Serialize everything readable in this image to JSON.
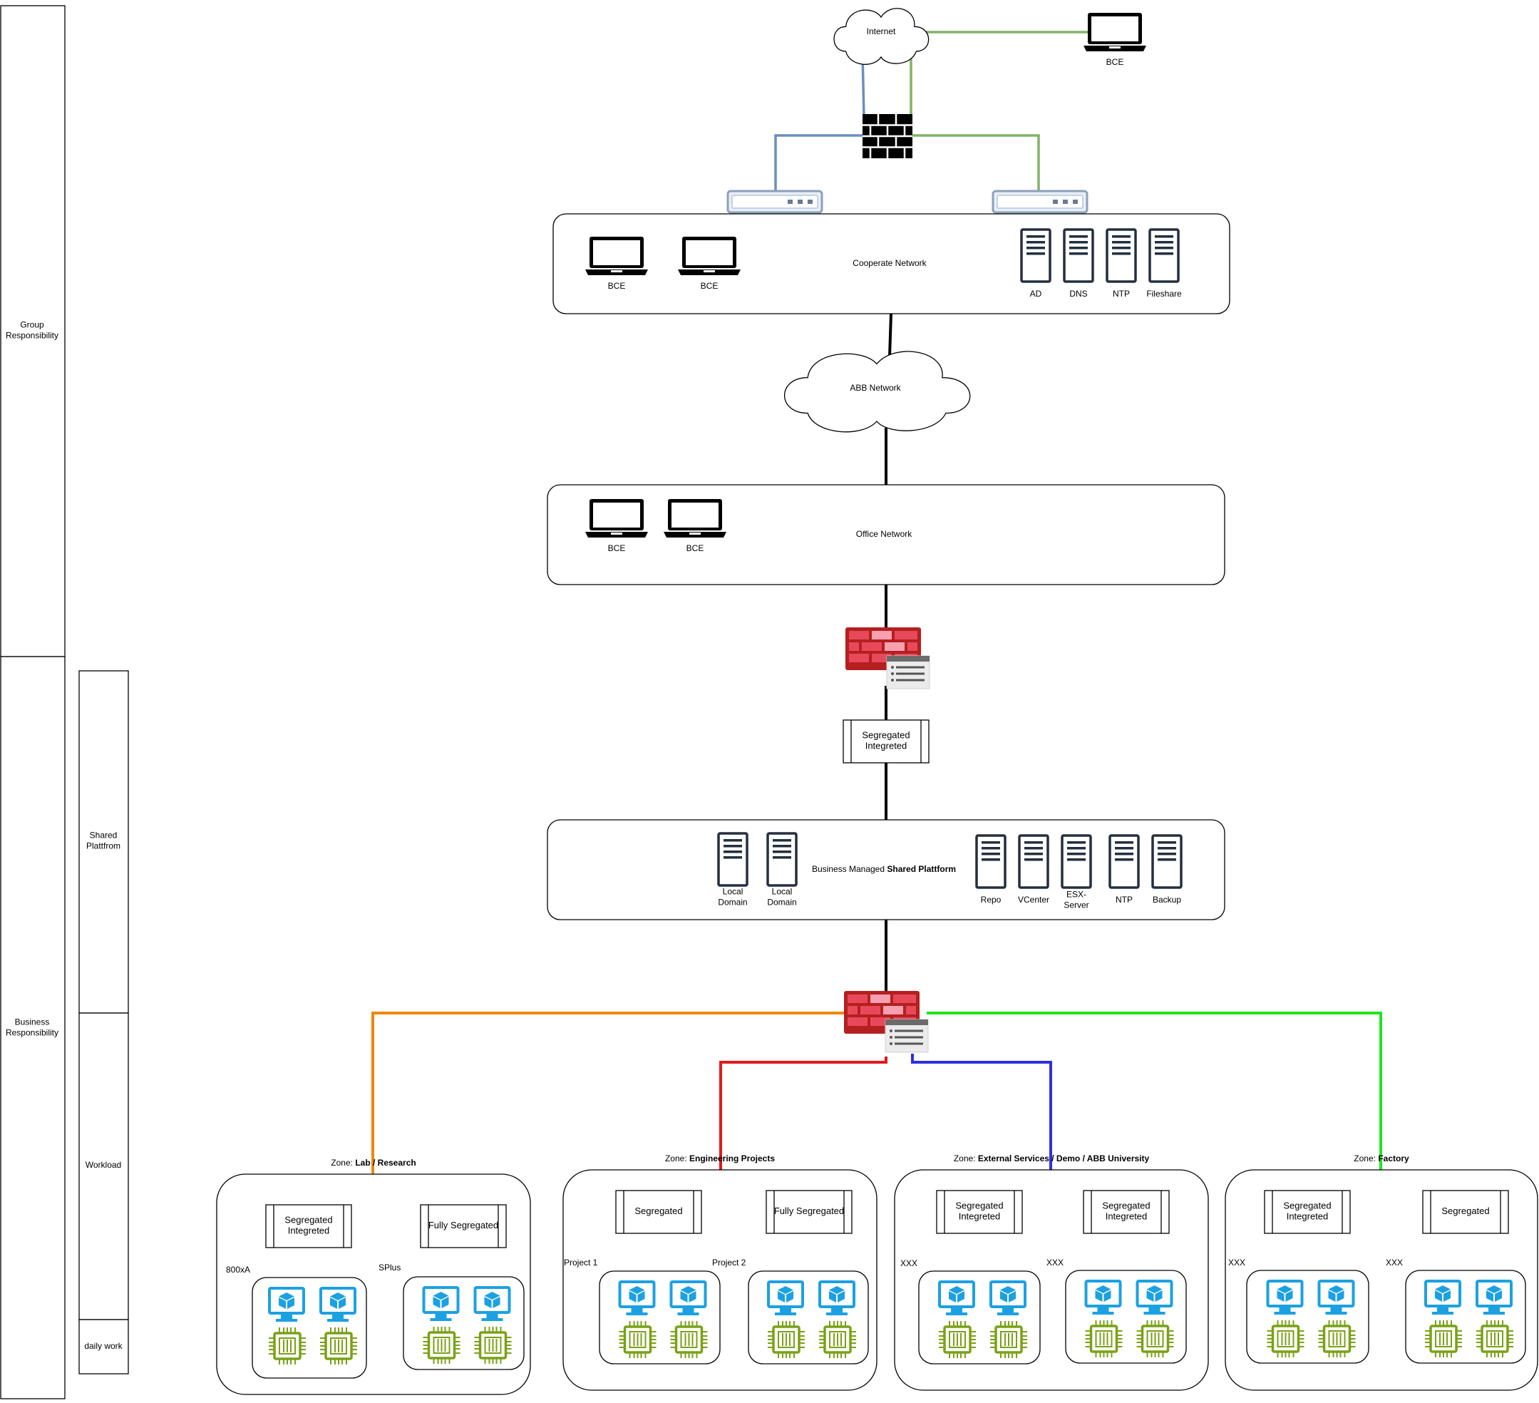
{
  "colors": {
    "line_black": "#000000",
    "line_blue": "#6c8ebf",
    "line_green": "#82b366",
    "zone_orange": "#f08705",
    "zone_orange_light": "#f6c27f",
    "zone_red": "#e3191c",
    "zone_red_light": "#ef6b6b",
    "zone_blue": "#2f2fe0",
    "zone_blue_light": "#6d6dee",
    "zone_green": "#1ee61e",
    "zone_green_light": "#6ff06f",
    "firewall_red": "#cc2b2b",
    "monitor_blue": "#1ba1e2",
    "chip_green": "#7aa116",
    "server_dark": "#232f3e"
  },
  "sidebar": {
    "group": "Group\nResponsibility",
    "business": "Business\nResponsibility",
    "shared": "Shared\nPlattfrom",
    "workload": "Workload",
    "daily": "daily work"
  },
  "top": {
    "internet": "Internet",
    "remote_bce": "BCE"
  },
  "cooperate": {
    "title": "Cooperate Network",
    "laptops": [
      "BCE",
      "BCE"
    ],
    "servers": [
      "AD",
      "DNS",
      "NTP",
      "Fileshare"
    ]
  },
  "abb_network": "ABB Network",
  "office": {
    "title": "Office Network",
    "laptops": [
      "BCE",
      "BCE"
    ]
  },
  "seg_box": "Segregated\nIntegreted",
  "shared_platform": {
    "title_prefix": "Business Managed ",
    "title_bold": "Shared Plattform",
    "local_servers": [
      "Local\nDomain",
      "Local\nDomain"
    ],
    "servers": [
      "Repo",
      "VCenter",
      "ESX-\nServer",
      "NTP",
      "Backup"
    ]
  },
  "zones": [
    {
      "prefix": "Zone: ",
      "name": "Lab / Research",
      "segments": [
        "Segregated\nIntegreted",
        "Fully Segregated"
      ],
      "labels": [
        "800xA",
        "SPlus"
      ]
    },
    {
      "prefix": "Zone: ",
      "name": "Engineering Projects",
      "segments": [
        "Segregated",
        "Fully Segregated"
      ],
      "labels": [
        "Project 1",
        "Project 2"
      ]
    },
    {
      "prefix": "Zone: ",
      "name": "External Services / Demo / ABB University",
      "segments": [
        "Segregated\nIntegreted",
        "Segregated\nIntegreted"
      ],
      "labels": [
        "XXX",
        "XXX"
      ]
    },
    {
      "prefix": "Zone: ",
      "name": "Factory",
      "segments": [
        "Segregated\nIntegreted",
        "Segregated"
      ],
      "labels": [
        "XXX",
        "XXX"
      ]
    }
  ]
}
